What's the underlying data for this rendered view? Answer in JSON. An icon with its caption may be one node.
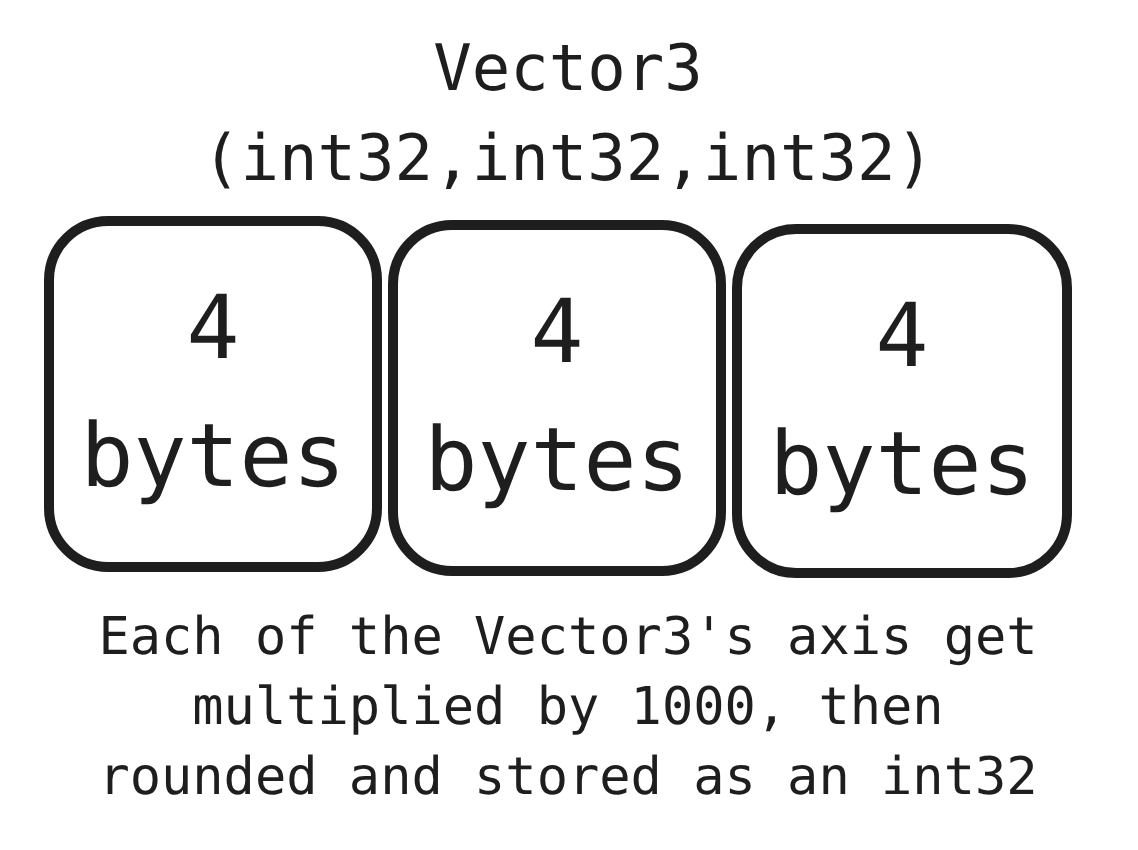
{
  "diagram": {
    "title": "Vector3 (int32,int32,int32)",
    "caption": "Each of the Vector3's axis get multiplied by 1000, then rounded and stored as an int32",
    "nodes": [
      {
        "text": [
          "4 bytes"
        ]
      },
      {
        "text": [
          "4 bytes"
        ]
      },
      {
        "text": [
          "4 bytes"
        ]
      }
    ]
  }
}
